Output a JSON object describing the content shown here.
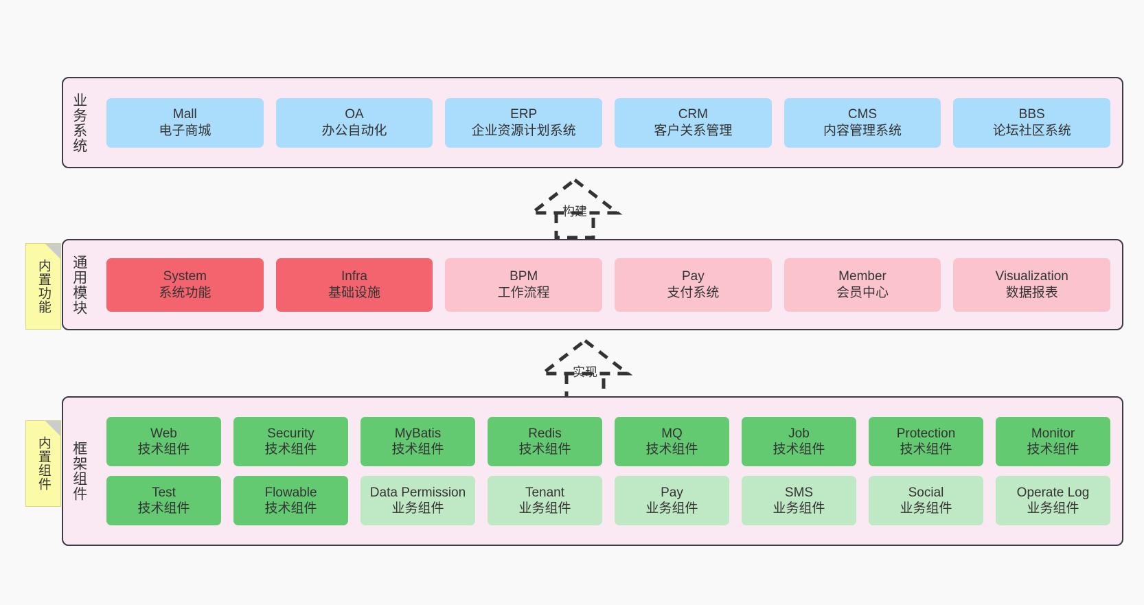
{
  "diagram": {
    "background": "#f9f9f9",
    "band_fill": "#fae9f3",
    "band_border": "#3b3b46",
    "note_fill": "#fbfaa6"
  },
  "notes": [
    {
      "name": "builtin-function",
      "label": "内置功能"
    },
    {
      "name": "builtin-component",
      "label": "内置组件"
    }
  ],
  "connectors": [
    {
      "name": "build",
      "label": "构建",
      "style": "dashed-generalization-up"
    },
    {
      "name": "implement",
      "label": "实现",
      "style": "dashed-generalization-up"
    }
  ],
  "layers": [
    {
      "id": "business",
      "title": "业务系统",
      "color": "#aadcfb",
      "cards": [
        {
          "title": "Mall",
          "subtitle": "电子商城",
          "color": "#aadcfb"
        },
        {
          "title": "OA",
          "subtitle": "办公自动化",
          "color": "#aadcfb"
        },
        {
          "title": "ERP",
          "subtitle": "企业资源计划系统",
          "color": "#aadcfb"
        },
        {
          "title": "CRM",
          "subtitle": "客户关系管理",
          "color": "#aadcfb"
        },
        {
          "title": "CMS",
          "subtitle": "内容管理系统",
          "color": "#aadcfb"
        },
        {
          "title": "BBS",
          "subtitle": "论坛社区系统",
          "color": "#aadcfb"
        }
      ]
    },
    {
      "id": "modules",
      "title": "通用模块",
      "cards": [
        {
          "title": "System",
          "subtitle": "系统功能",
          "color": "#f4646e"
        },
        {
          "title": "Infra",
          "subtitle": "基础设施",
          "color": "#f4646e"
        },
        {
          "title": "BPM",
          "subtitle": "工作流程",
          "color": "#fbc4cd"
        },
        {
          "title": "Pay",
          "subtitle": "支付系统",
          "color": "#fbc4cd"
        },
        {
          "title": "Member",
          "subtitle": "会员中心",
          "color": "#fbc4cd"
        },
        {
          "title": "Visualization",
          "subtitle": "数据报表",
          "color": "#fbc4cd"
        }
      ]
    },
    {
      "id": "framework",
      "title": "框架组件",
      "rows": [
        {
          "cards": [
            {
              "title": "Web",
              "subtitle": "技术组件",
              "color": "#63ca72"
            },
            {
              "title": "Security",
              "subtitle": "技术组件",
              "color": "#63ca72"
            },
            {
              "title": "MyBatis",
              "subtitle": "技术组件",
              "color": "#63ca72"
            },
            {
              "title": "Redis",
              "subtitle": "技术组件",
              "color": "#63ca72"
            },
            {
              "title": "MQ",
              "subtitle": "技术组件",
              "color": "#63ca72"
            },
            {
              "title": "Job",
              "subtitle": "技术组件",
              "color": "#63ca72"
            },
            {
              "title": "Protection",
              "subtitle": "技术组件",
              "color": "#63ca72"
            },
            {
              "title": "Monitor",
              "subtitle": "技术组件",
              "color": "#63ca72"
            }
          ]
        },
        {
          "cards": [
            {
              "title": "Test",
              "subtitle": "技术组件",
              "color": "#63ca72"
            },
            {
              "title": "Flowable",
              "subtitle": "技术组件",
              "color": "#63ca72"
            },
            {
              "title": "Data Permission",
              "subtitle": "业务组件",
              "color": "#bfe8c4"
            },
            {
              "title": "Tenant",
              "subtitle": "业务组件",
              "color": "#bfe8c4"
            },
            {
              "title": "Pay",
              "subtitle": "业务组件",
              "color": "#bfe8c4"
            },
            {
              "title": "SMS",
              "subtitle": "业务组件",
              "color": "#bfe8c4"
            },
            {
              "title": "Social",
              "subtitle": "业务组件",
              "color": "#bfe8c4"
            },
            {
              "title": "Operate Log",
              "subtitle": "业务组件",
              "color": "#bfe8c4"
            }
          ]
        }
      ]
    }
  ]
}
